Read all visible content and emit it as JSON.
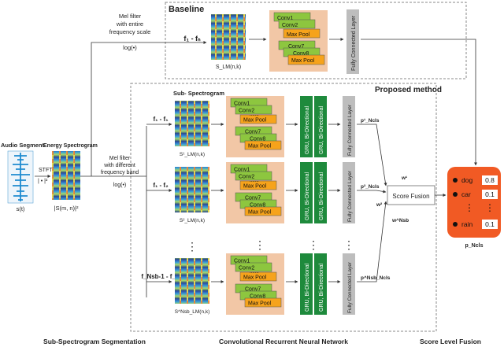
{
  "baseline": {
    "title": "Baseline",
    "filter_label": [
      "Mel filter",
      "with entire",
      "frequency scale"
    ],
    "log_label": "log(•)",
    "range_label": "f₁ - fₙ",
    "spec_label": "S_LM(n,k)",
    "fc_label": "Fully Connected Layer"
  },
  "proposed": {
    "title": "Proposed method",
    "sub_spectrogram_label": "Sub- Spectrogram",
    "filter_label": [
      "Mel filter",
      "with different",
      "frequency band"
    ],
    "log_label": "log(•)",
    "gru_line1": "GRU, Bi-Directional",
    "gru_line2": "GRU, Bi-Directional",
    "fc_label": "Fully Connected Layer",
    "score_fusion_label": "Score Fusion",
    "branches": [
      {
        "range": "f₁ - f₁",
        "spec": "S¹_LM(n,k)",
        "prob": "p¹_Ncls",
        "weight": "w¹"
      },
      {
        "range": "f₁ - f₂",
        "spec": "S²_LM(n,k)",
        "prob": "p²_Ncls",
        "weight": "w²"
      },
      {
        "range": "f_Nsb-1 - f_H",
        "spec": "S^Nsb_LM(n,k)",
        "prob": "p^Nsb_Ncls",
        "weight": "w^Nsb"
      }
    ],
    "vertical_dots": "⋮"
  },
  "cnn_layers": [
    "Conv1",
    "Conv2",
    ".......",
    "Max Pool",
    "Conv7",
    "Conv8",
    "Max Pool"
  ],
  "input": {
    "audio_label": "Audio Segment",
    "signal_label": "s(t)",
    "stft_label": "STFT",
    "power_label": "| • |²",
    "energy_label": "Energy Spectrogram",
    "energy_formula": "|S(m, n)|²"
  },
  "output": {
    "classes": [
      {
        "label": "dog",
        "value": "0.8"
      },
      {
        "label": "car",
        "value": "0.1"
      },
      {
        "label": "rain",
        "value": "0.1"
      }
    ],
    "dots": "⋮",
    "prob_label": "p_Ncls"
  },
  "sections": {
    "segmentation": "Sub-Spectrogram Segmentation",
    "crnn": "Convolutional Recurrent Neural Network",
    "fusion": "Score Level Fusion"
  },
  "colors": {
    "conv_green": "#8dc63f",
    "pool_orange": "#f6a31b",
    "cnn_bg": "#f2c7a6",
    "gru_green": "#1e8a3c",
    "fc_gray": "#bdbdbd",
    "output_red": "#f15a24"
  }
}
